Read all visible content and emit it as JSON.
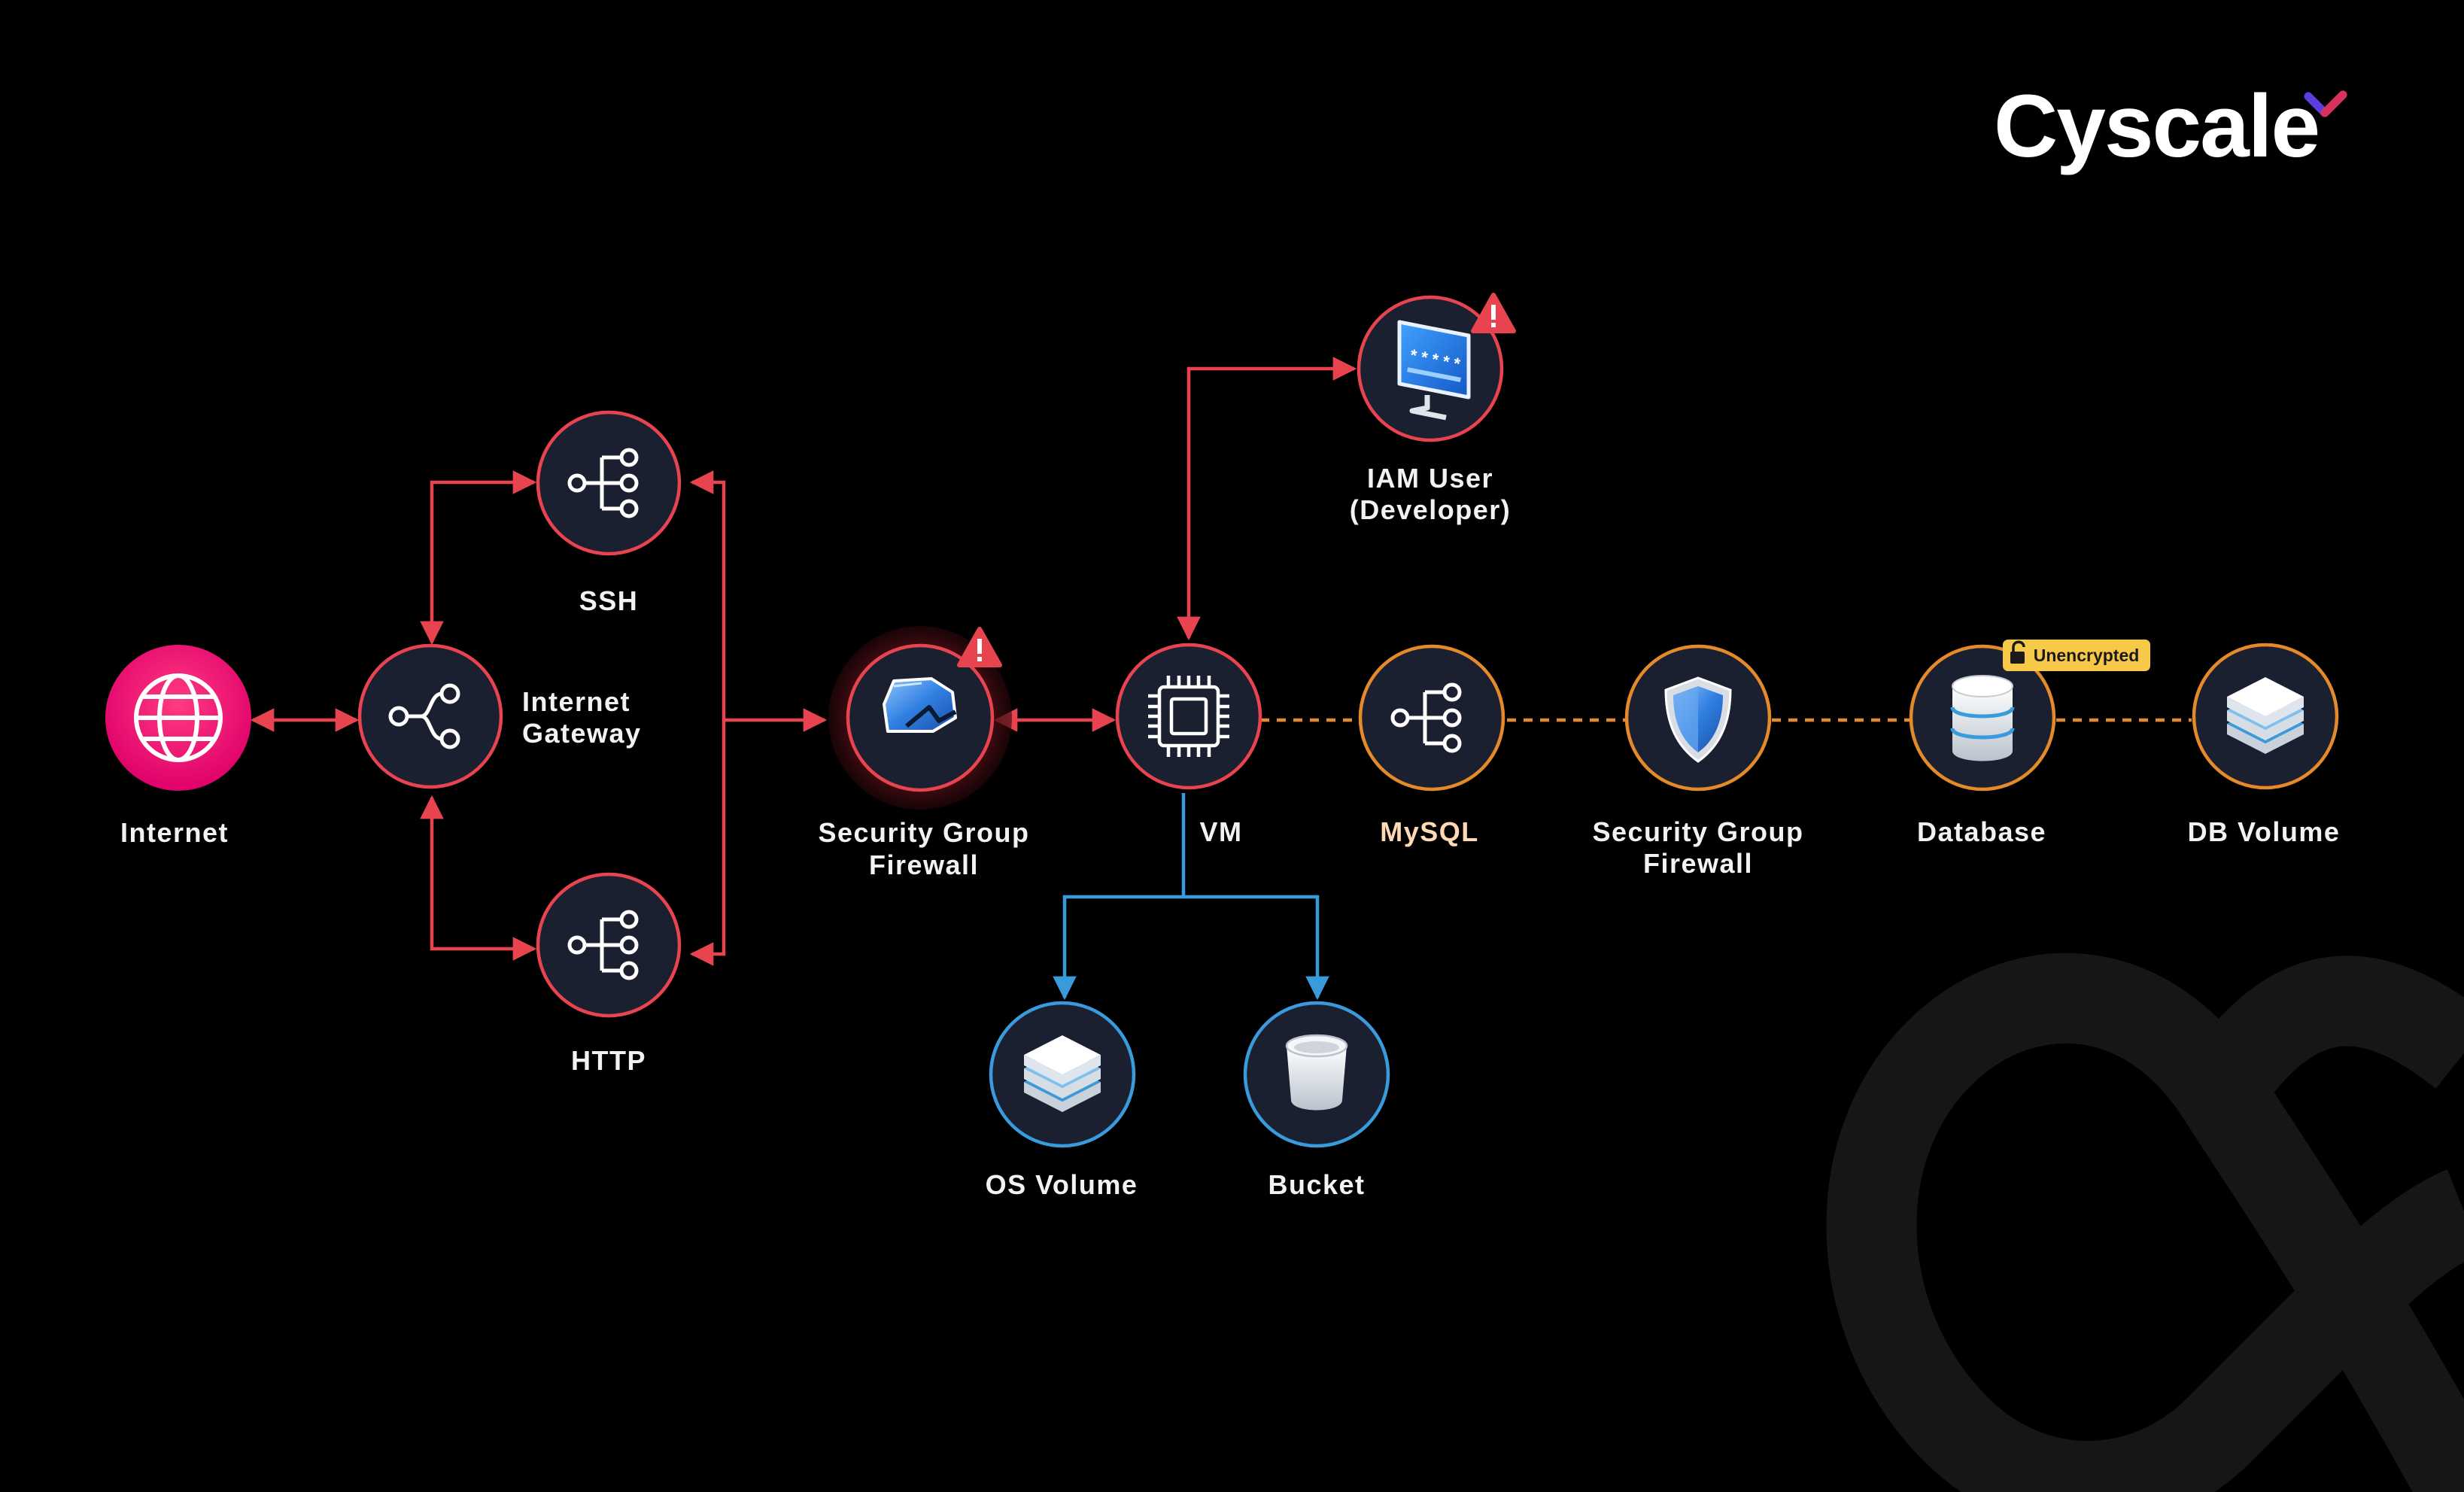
{
  "brand": {
    "logo_text": "Cyscale",
    "accent_colors": [
      "#5b3de0",
      "#d9315c"
    ]
  },
  "colors": {
    "background": "#000000",
    "node_fill": "#1b2030",
    "exposed_path": "#e8444f",
    "internal_path": "#3a9bdc",
    "data_path": "#e58a2a",
    "internet_gradient": [
      "#ff2d7a",
      "#e5006d"
    ],
    "warning": "#e8444f",
    "badge": "#f7c948"
  },
  "nodes": {
    "internet": {
      "label": "Internet",
      "icon": "globe-icon"
    },
    "internet_gateway": {
      "label_line1": "Internet",
      "label_line2": "Gateway",
      "icon": "share-icon"
    },
    "ssh": {
      "label": "SSH",
      "icon": "port-tree-icon"
    },
    "http": {
      "label": "HTTP",
      "icon": "port-tree-icon"
    },
    "sg_firewall_exposed": {
      "label_line1": "Security Group",
      "label_line2": "Firewall",
      "icon": "broken-shield-icon",
      "warning": true
    },
    "vm": {
      "label": "VM",
      "icon": "cpu-chip-icon"
    },
    "iam_user": {
      "label_line1": "IAM User",
      "label_line2": "(Developer)",
      "icon": "monitor-password-icon",
      "warning": true
    },
    "mysql": {
      "label": "MySQL",
      "icon": "port-tree-icon"
    },
    "sg_firewall_db": {
      "label_line1": "Security Group",
      "label_line2": "Firewall",
      "icon": "shield-icon"
    },
    "database": {
      "label": "Database",
      "icon": "database-icon",
      "badge": "Unencrypted"
    },
    "db_volume": {
      "label": "DB Volume",
      "icon": "volume-stack-icon"
    },
    "os_volume": {
      "label": "OS Volume",
      "icon": "volume-stack-icon"
    },
    "bucket": {
      "label": "Bucket",
      "icon": "bucket-icon"
    }
  },
  "edges": [
    {
      "from": "Internet",
      "to": "Internet Gateway",
      "style": "solid-red",
      "direction": "both"
    },
    {
      "from": "Internet Gateway",
      "to": "SSH",
      "style": "solid-red",
      "direction": "both"
    },
    {
      "from": "Internet Gateway",
      "to": "HTTP",
      "style": "solid-red",
      "direction": "both"
    },
    {
      "from": "SSH",
      "to": "Security Group Firewall",
      "style": "solid-red",
      "direction": "both"
    },
    {
      "from": "HTTP",
      "to": "Security Group Firewall",
      "style": "solid-red",
      "direction": "both"
    },
    {
      "from": "Security Group Firewall",
      "to": "VM",
      "style": "solid-red",
      "direction": "both"
    },
    {
      "from": "VM",
      "to": "IAM User (Developer)",
      "style": "solid-red",
      "direction": "both"
    },
    {
      "from": "VM",
      "to": "OS Volume",
      "style": "solid-blue",
      "direction": "forward"
    },
    {
      "from": "VM",
      "to": "Bucket",
      "style": "solid-blue",
      "direction": "forward"
    },
    {
      "from": "VM",
      "to": "MySQL",
      "style": "dashed-orange",
      "direction": "none"
    },
    {
      "from": "MySQL",
      "to": "Security Group Firewall",
      "style": "dashed-orange",
      "direction": "none"
    },
    {
      "from": "Security Group Firewall",
      "to": "Database",
      "style": "dashed-orange",
      "direction": "none"
    },
    {
      "from": "Database",
      "to": "DB Volume",
      "style": "dashed-orange",
      "direction": "none"
    }
  ]
}
